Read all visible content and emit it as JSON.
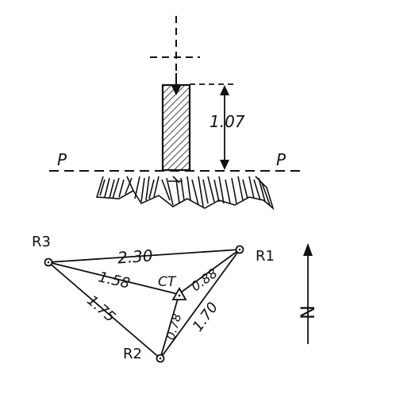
{
  "elevation": {
    "height_label": "1.07",
    "plane_label_left": "P",
    "plane_label_right": "P"
  },
  "plan": {
    "points": {
      "r1": "R1",
      "r2": "R2",
      "r3": "R3",
      "ct": "CT"
    },
    "distances": {
      "r3_r1": "2.30",
      "r3_ct": "1.58",
      "ct_r1": "0.88",
      "ct_r2": "0.78",
      "r2_r1": "1.70",
      "r3_r2": "1.75"
    },
    "north_label": "N"
  }
}
